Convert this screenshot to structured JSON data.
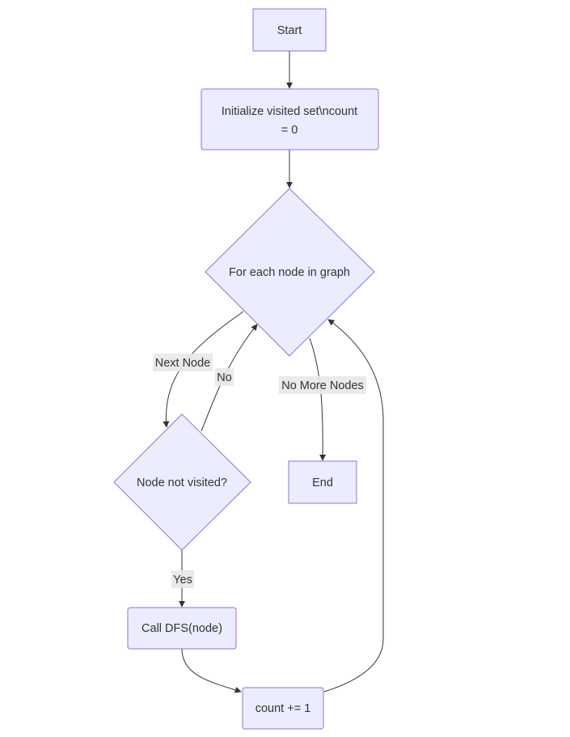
{
  "flowchart": {
    "nodes": {
      "start": {
        "label": "Start"
      },
      "init": {
        "line1": "Initialize visited set\\ncount",
        "line2": "= 0"
      },
      "loop": {
        "label": "For each node in graph"
      },
      "check": {
        "label": "Node not visited?"
      },
      "dfs": {
        "label": "Call DFS(node)"
      },
      "count": {
        "label": "count += 1"
      },
      "end": {
        "label": "End"
      }
    },
    "edges": {
      "next_node": "Next Node",
      "no": "No",
      "no_more_nodes": "No More Nodes",
      "yes": "Yes"
    },
    "colors": {
      "node_fill": "#ececff",
      "node_stroke": "#9370db",
      "edge": "#333333",
      "label_bg": "#e8e8e8"
    }
  }
}
